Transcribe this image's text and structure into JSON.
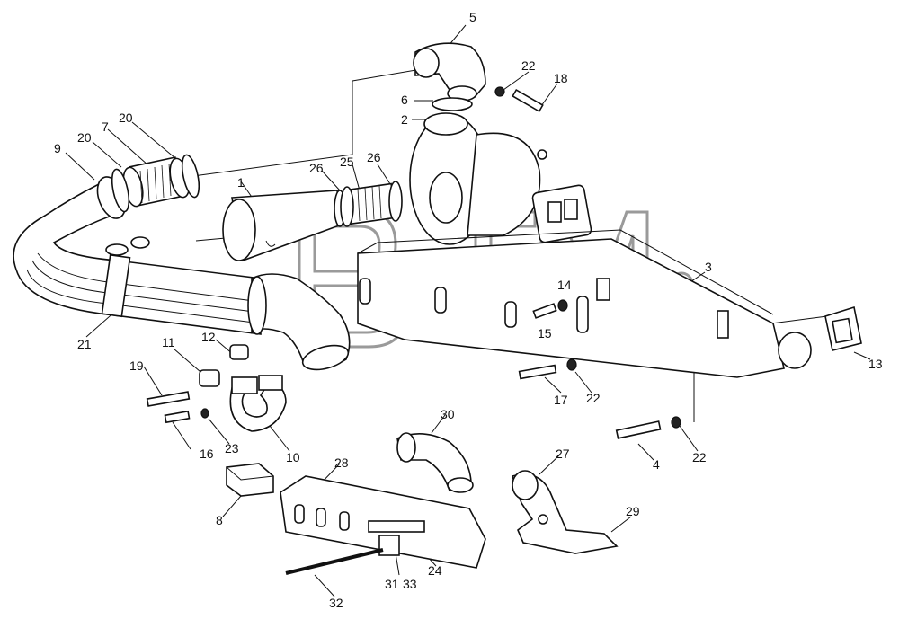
{
  "watermark": {
    "text": "BTM",
    "mark": "®"
  },
  "callouts": {
    "c1": "1",
    "c2": "2",
    "c3": "3",
    "c4": "4",
    "c5": "5",
    "c6": "6",
    "c7": "7",
    "c8": "8",
    "c9": "9",
    "c10": "10",
    "c11": "11",
    "c12": "12",
    "c13": "13",
    "c14": "14",
    "c15": "15",
    "c16": "16",
    "c17": "17",
    "c18": "18",
    "c19": "19",
    "c20a": "20",
    "c20b": "20",
    "c21": "21",
    "c22a": "22",
    "c22b": "22",
    "c22c": "22",
    "c23": "23",
    "c24": "24",
    "c25": "25",
    "c26a": "26",
    "c26b": "26",
    "c27": "27",
    "c28": "28",
    "c29": "29",
    "c30": "30",
    "c31": "31",
    "c32": "32",
    "c33": "33"
  },
  "colors": {
    "line": "#111111",
    "watermark": "#9a9a9a",
    "background": "#ffffff"
  }
}
